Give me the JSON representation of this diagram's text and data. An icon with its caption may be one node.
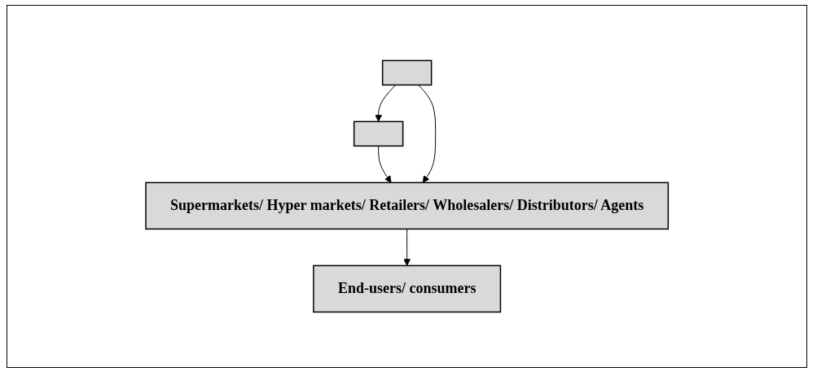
{
  "diagram": {
    "nodes": [
      {
        "text": [],
        "shape": "box"
      },
      {
        "text": [],
        "shape": "box"
      },
      {
        "text": [
          "Supermarkets/ Hyper markets/ Retailers/ Wholesalers/ Distributors/ Agents"
        ]
      },
      {
        "text": [
          "End-users/ consumers"
        ]
      }
    ],
    "edges": [
      {
        "from": 0,
        "to": 1,
        "arrow": "to"
      },
      {
        "from": 1,
        "to": 2,
        "arrow": "to"
      },
      {
        "from": 0,
        "to": 2,
        "arrow": "to"
      },
      {
        "from": 2,
        "to": 3,
        "arrow": "to"
      }
    ]
  }
}
